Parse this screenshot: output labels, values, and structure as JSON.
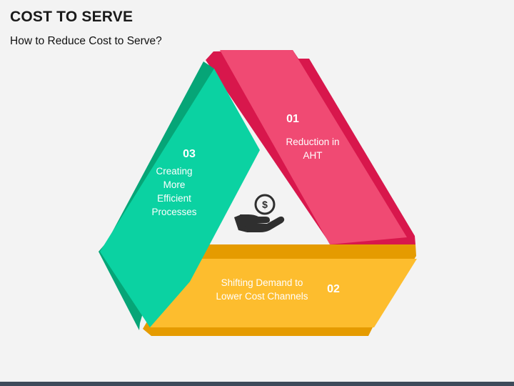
{
  "header": {
    "title": "COST TO SERVE",
    "subtitle": "How to Reduce Cost to Serve?"
  },
  "segments": [
    {
      "number": "01",
      "text": "Reduction in AHT",
      "color": "#f04a73",
      "shade": "#d8174c"
    },
    {
      "number": "02",
      "text": "Shifting Demand to Lower Cost Channels",
      "color": "#fdbd2e",
      "shade": "#e59b00"
    },
    {
      "number": "03",
      "text": "Creating More Efficient Processes",
      "color": "#0bd2a2",
      "shade": "#06a577"
    }
  ],
  "center_icon": "hand-holding-dollar-icon",
  "colors": {
    "background": "#f3f3f3",
    "footer": "#3e4a5a"
  }
}
